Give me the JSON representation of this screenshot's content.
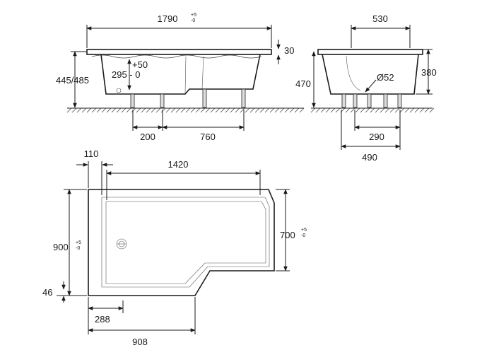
{
  "side_view": {
    "overall_length": "1790",
    "tol_plus": "+5",
    "tol_minus": "-0",
    "rim_thickness": "30",
    "height": "445/485",
    "drain_adjust_plus": "+50",
    "drain_height": "295 - 0",
    "leg_spacing_a": "200",
    "leg_spacing_b": "760"
  },
  "end_view": {
    "width": "530",
    "height_outer": "470",
    "inner_depth": "380",
    "drain_diameter": "Ø52",
    "leg_span_inner": "290",
    "leg_span_outer": "490"
  },
  "plan_view": {
    "lip_width": "110",
    "inner_length": "1420",
    "max_width": "900",
    "max_width_tol_plus": "+5",
    "max_width_tol_minus": "-0",
    "narrow_width": "700",
    "narrow_tol_plus": "+5",
    "narrow_tol_minus": "-0",
    "rim_edge": "46",
    "step_offset": "288",
    "step_length": "908"
  }
}
